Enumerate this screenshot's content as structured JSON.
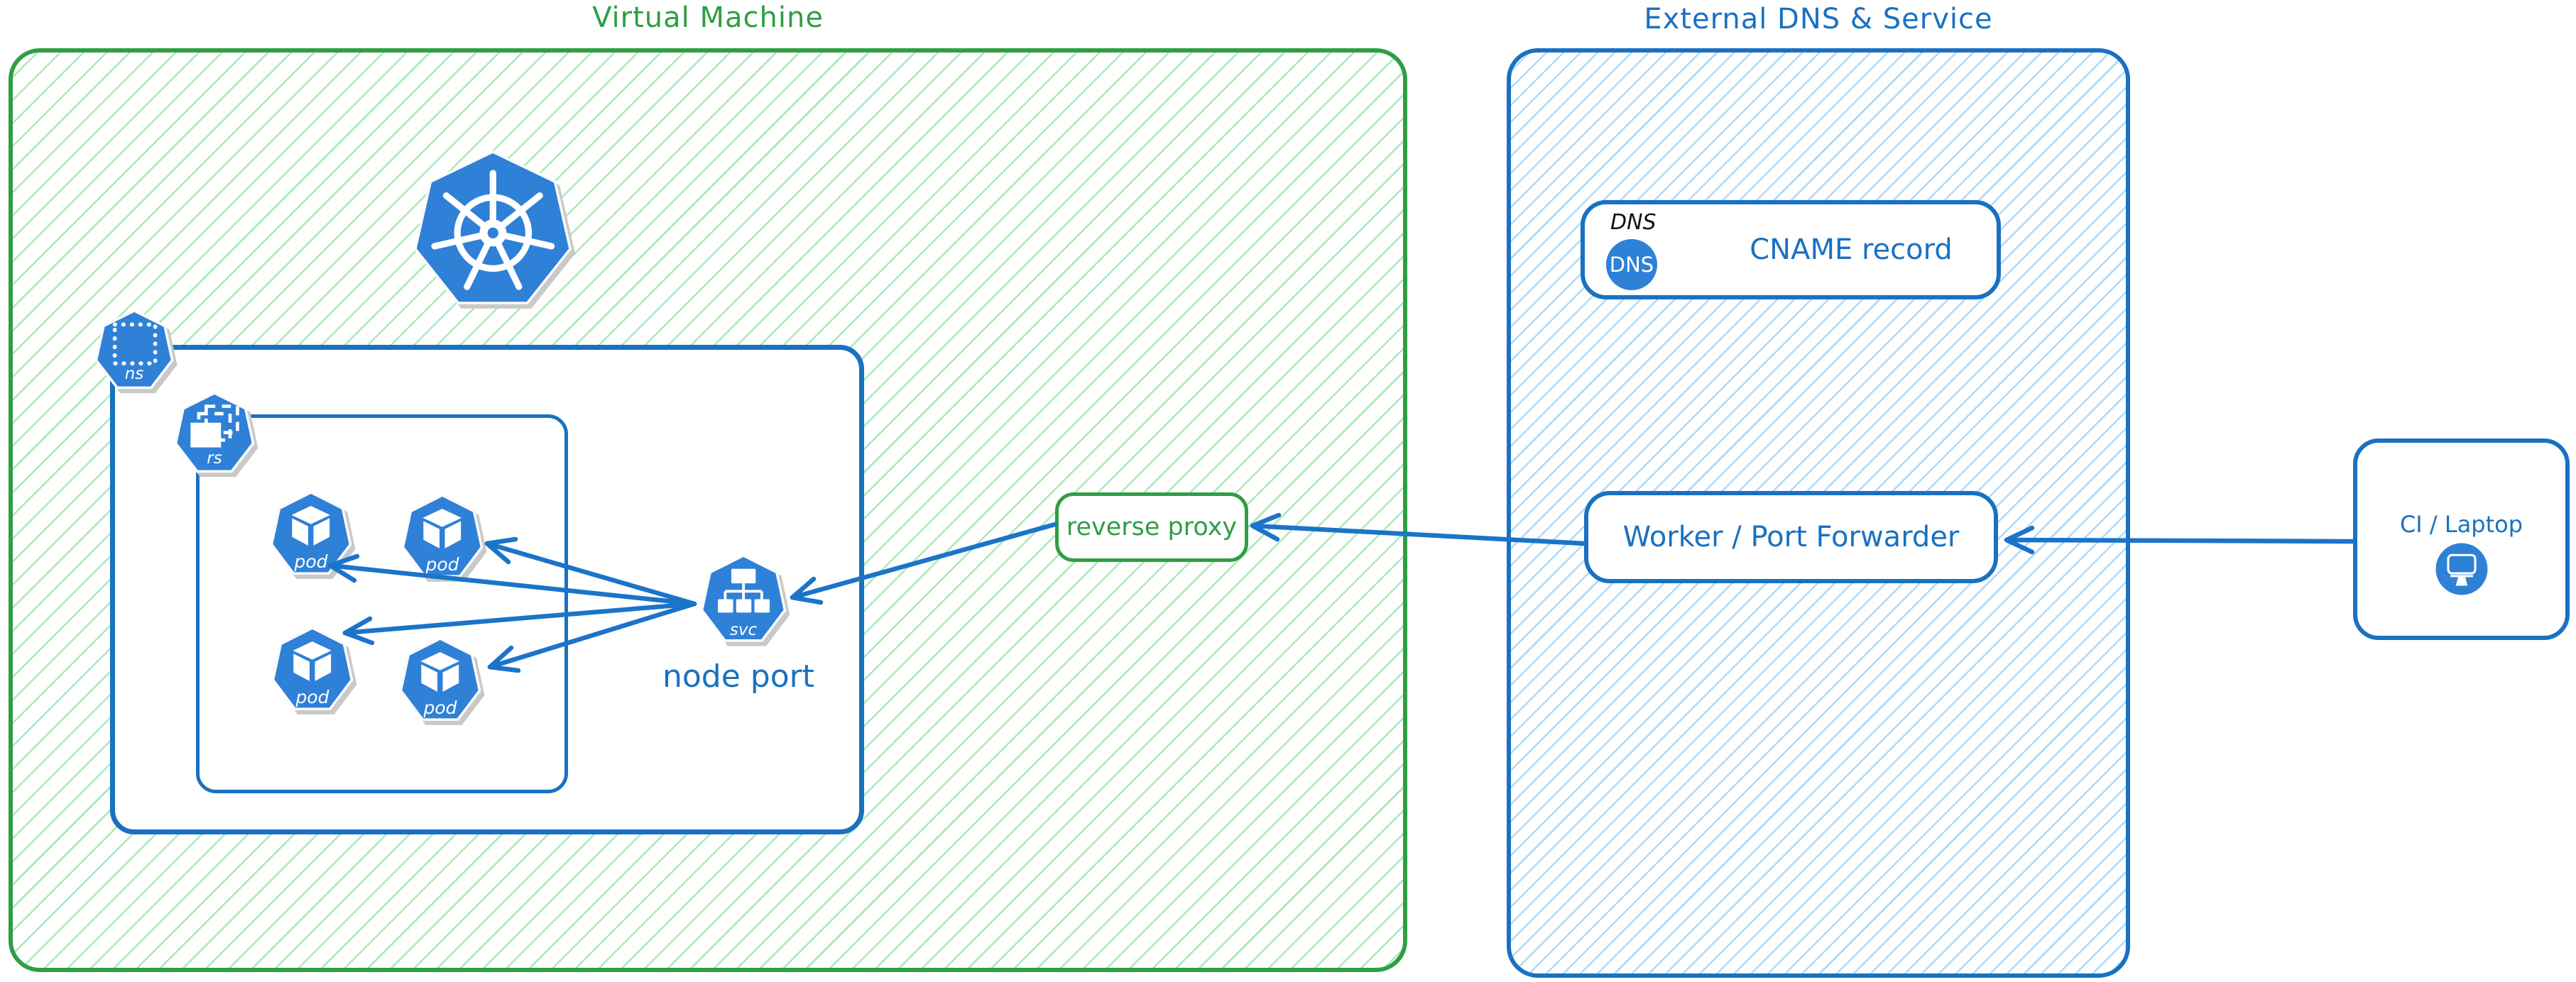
{
  "diagram": {
    "vm_group": {
      "title": "Virtual Machine"
    },
    "external_group": {
      "title": "External DNS & Service"
    },
    "kubernetes": {
      "namespace_label": "ns",
      "replicaset_label": "rs",
      "pods": [
        {
          "label": "pod"
        },
        {
          "label": "pod"
        },
        {
          "label": "pod"
        },
        {
          "label": "pod"
        }
      ],
      "service_label": "svc",
      "service_caption": "node port"
    },
    "reverse_proxy": {
      "label": "reverse proxy"
    },
    "dns_card": {
      "tag": "DNS",
      "icon_text": "DNS",
      "label": "CNAME record"
    },
    "worker": {
      "label": "Worker / Port Forwarder"
    },
    "ci": {
      "label": "CI / Laptop"
    },
    "colors": {
      "green_stroke": "#2f9e44",
      "green_hatch": "#8be39c",
      "blue_stroke": "#1971c2",
      "blue_hatch": "#9ed4fa",
      "icon_blue": "#2f80d7",
      "icon_shadow": "#c9c9c9",
      "dns_tag_text": "#111111"
    },
    "edges": [
      {
        "from": "ci-laptop",
        "to": "worker-port-forwarder"
      },
      {
        "from": "worker-port-forwarder",
        "to": "reverse-proxy"
      },
      {
        "from": "reverse-proxy",
        "to": "node-port-service"
      },
      {
        "from": "node-port-service",
        "to": "pod-1"
      },
      {
        "from": "node-port-service",
        "to": "pod-2"
      },
      {
        "from": "node-port-service",
        "to": "pod-3"
      },
      {
        "from": "node-port-service",
        "to": "pod-4"
      }
    ]
  }
}
